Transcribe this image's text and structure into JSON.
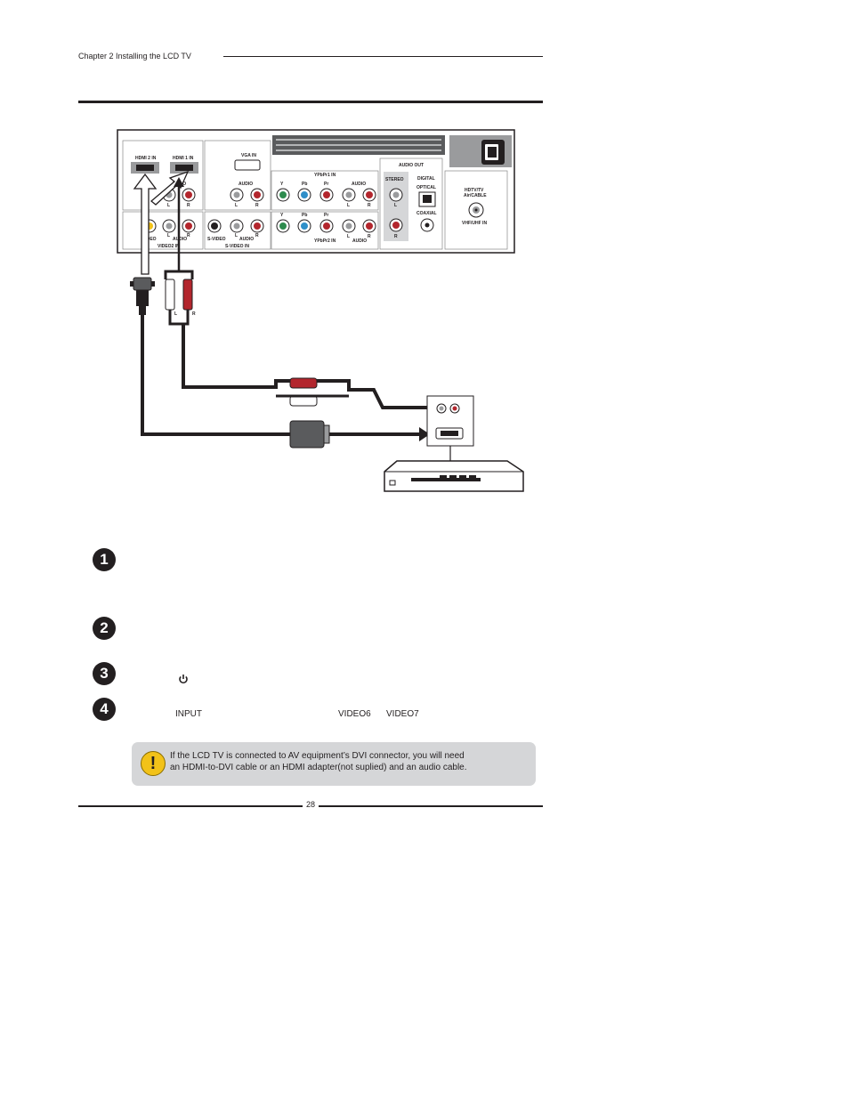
{
  "header": {
    "chapter": "Chapter 2 Installing the LCD TV"
  },
  "tv_panel": {
    "hdmi2": "HDMI 2 IN",
    "hdmi1": "HDMI 1 IN",
    "audio": "AUDIO",
    "vga": "VGA IN",
    "ypbpr1": "YPbPr1 IN",
    "ypbpr2": "YPbPr2 IN",
    "y": "Y",
    "pb": "Pb",
    "pr": "Pr",
    "l": "L",
    "r": "R",
    "audio_out": "AUDIO OUT",
    "stereo": "STEREO",
    "digital": "DIGITAL",
    "optical": "OPTICAL",
    "coaxial": "COAXIAL",
    "hdtv_line1": "HDTV/TV",
    "hdtv_line2": "Air/CABLE",
    "vhf": "VHF/UHF IN",
    "video": "VIDEO",
    "video2": "VIDEO2 IN",
    "svideo": "S-VIDEO",
    "svideo_in": "S-VIDEO IN"
  },
  "steps": {
    "s1": "1",
    "s2": "2",
    "s3": "3",
    "s4": "4"
  },
  "step4_inline": {
    "input": "INPUT",
    "video6": "VIDEO6",
    "video7": "VIDEO7"
  },
  "note": {
    "line1": "If the LCD TV is connected to AV equipment’s DVI connector,  you will need",
    "line2": "an HDMI-to-DVI cable or  an HDMI adapter(not suplied) and an audio cable."
  },
  "footer": {
    "page": "28"
  }
}
